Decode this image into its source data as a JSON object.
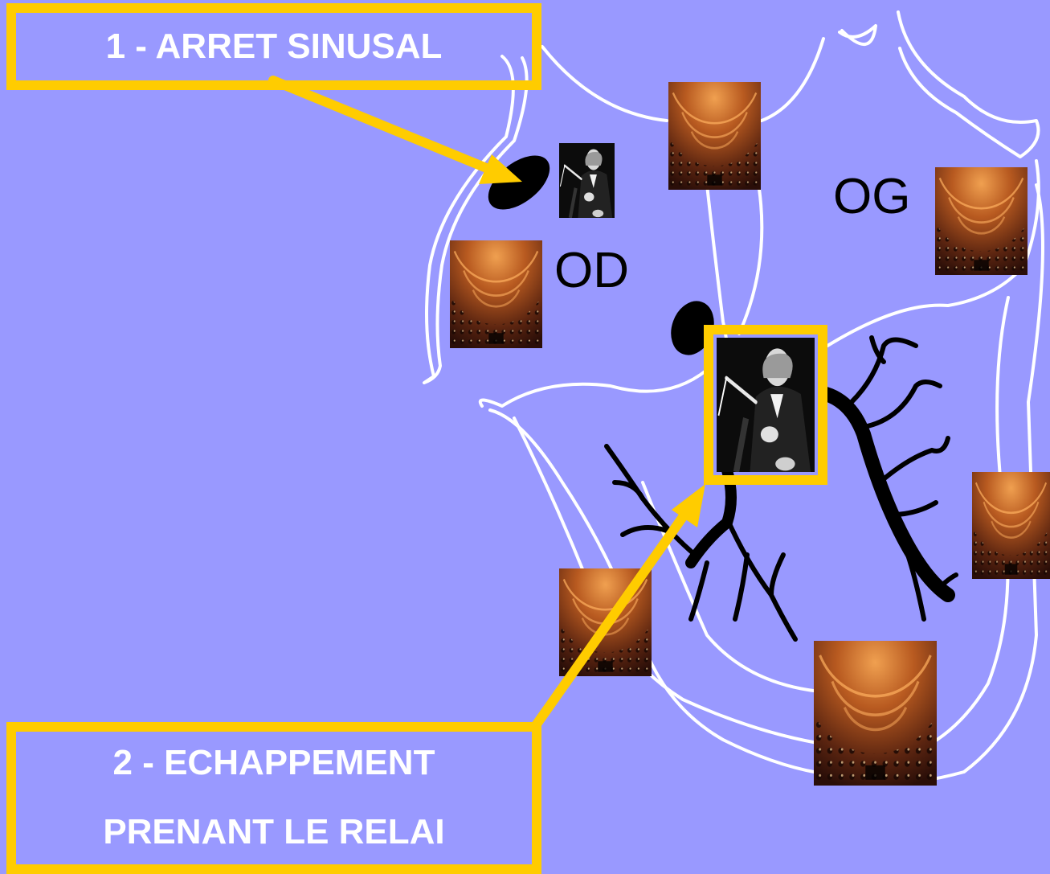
{
  "annotations": {
    "sinus_arrest": "1 - ARRET SINUSAL",
    "escape_line1": "2 - ECHAPPEMENT",
    "escape_line2": "PRENANT LE RELAI"
  },
  "chambers": {
    "right_atrium": "OD",
    "left_atrium": "OG"
  },
  "colors": {
    "background": "#9999ff",
    "highlight": "#ffcc00",
    "outline": "#ffffff",
    "conduction": "#000000",
    "orchestra": "#a8541e"
  },
  "icons": {
    "conductor": "conductor-photo",
    "orchestra": "orchestra-photo"
  }
}
